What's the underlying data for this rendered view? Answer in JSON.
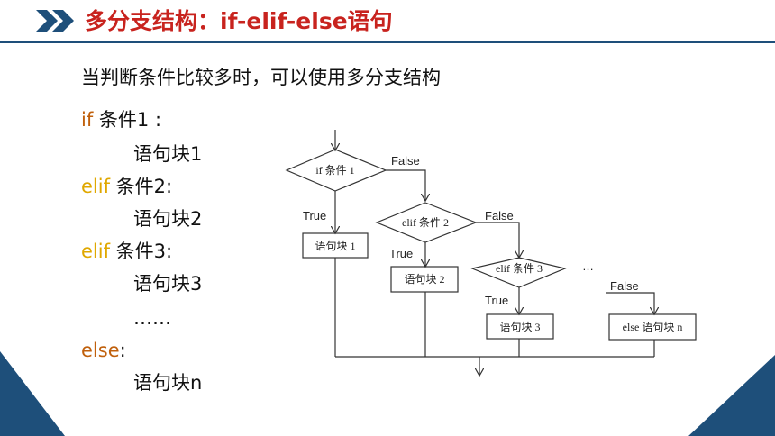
{
  "header": {
    "title": "多分支结构：if-elif-else语句"
  },
  "intro": "当判断条件比较多时，可以使用多分支结构",
  "code": {
    "line1_kw": "if",
    "line1_rest": " 条件1 :",
    "line2": "语句块1",
    "line3_kw": "elif",
    "line3_rest": " 条件2:",
    "line4": "语句块2",
    "line5_kw": "elif",
    "line5_rest": " 条件3:",
    "line6": "语句块3",
    "line7": "……",
    "line8_kw": "else",
    "line8_rest": ":",
    "line9": "语句块n"
  },
  "flowchart": {
    "cond1": "if 条件 1",
    "cond2": "elif 条件 2",
    "cond3": "elif 条件 3",
    "block1": "语句块 1",
    "block2": "语句块 2",
    "block3": "语句块 3",
    "blockn": "else 语句块 n",
    "true_label": "True",
    "false_label": "False",
    "ellipsis": "…"
  },
  "colors": {
    "title": "#c8231e",
    "accent": "#1e4f7a",
    "keyword_if_else": "#c0600c",
    "keyword_elif": "#e0a800"
  }
}
